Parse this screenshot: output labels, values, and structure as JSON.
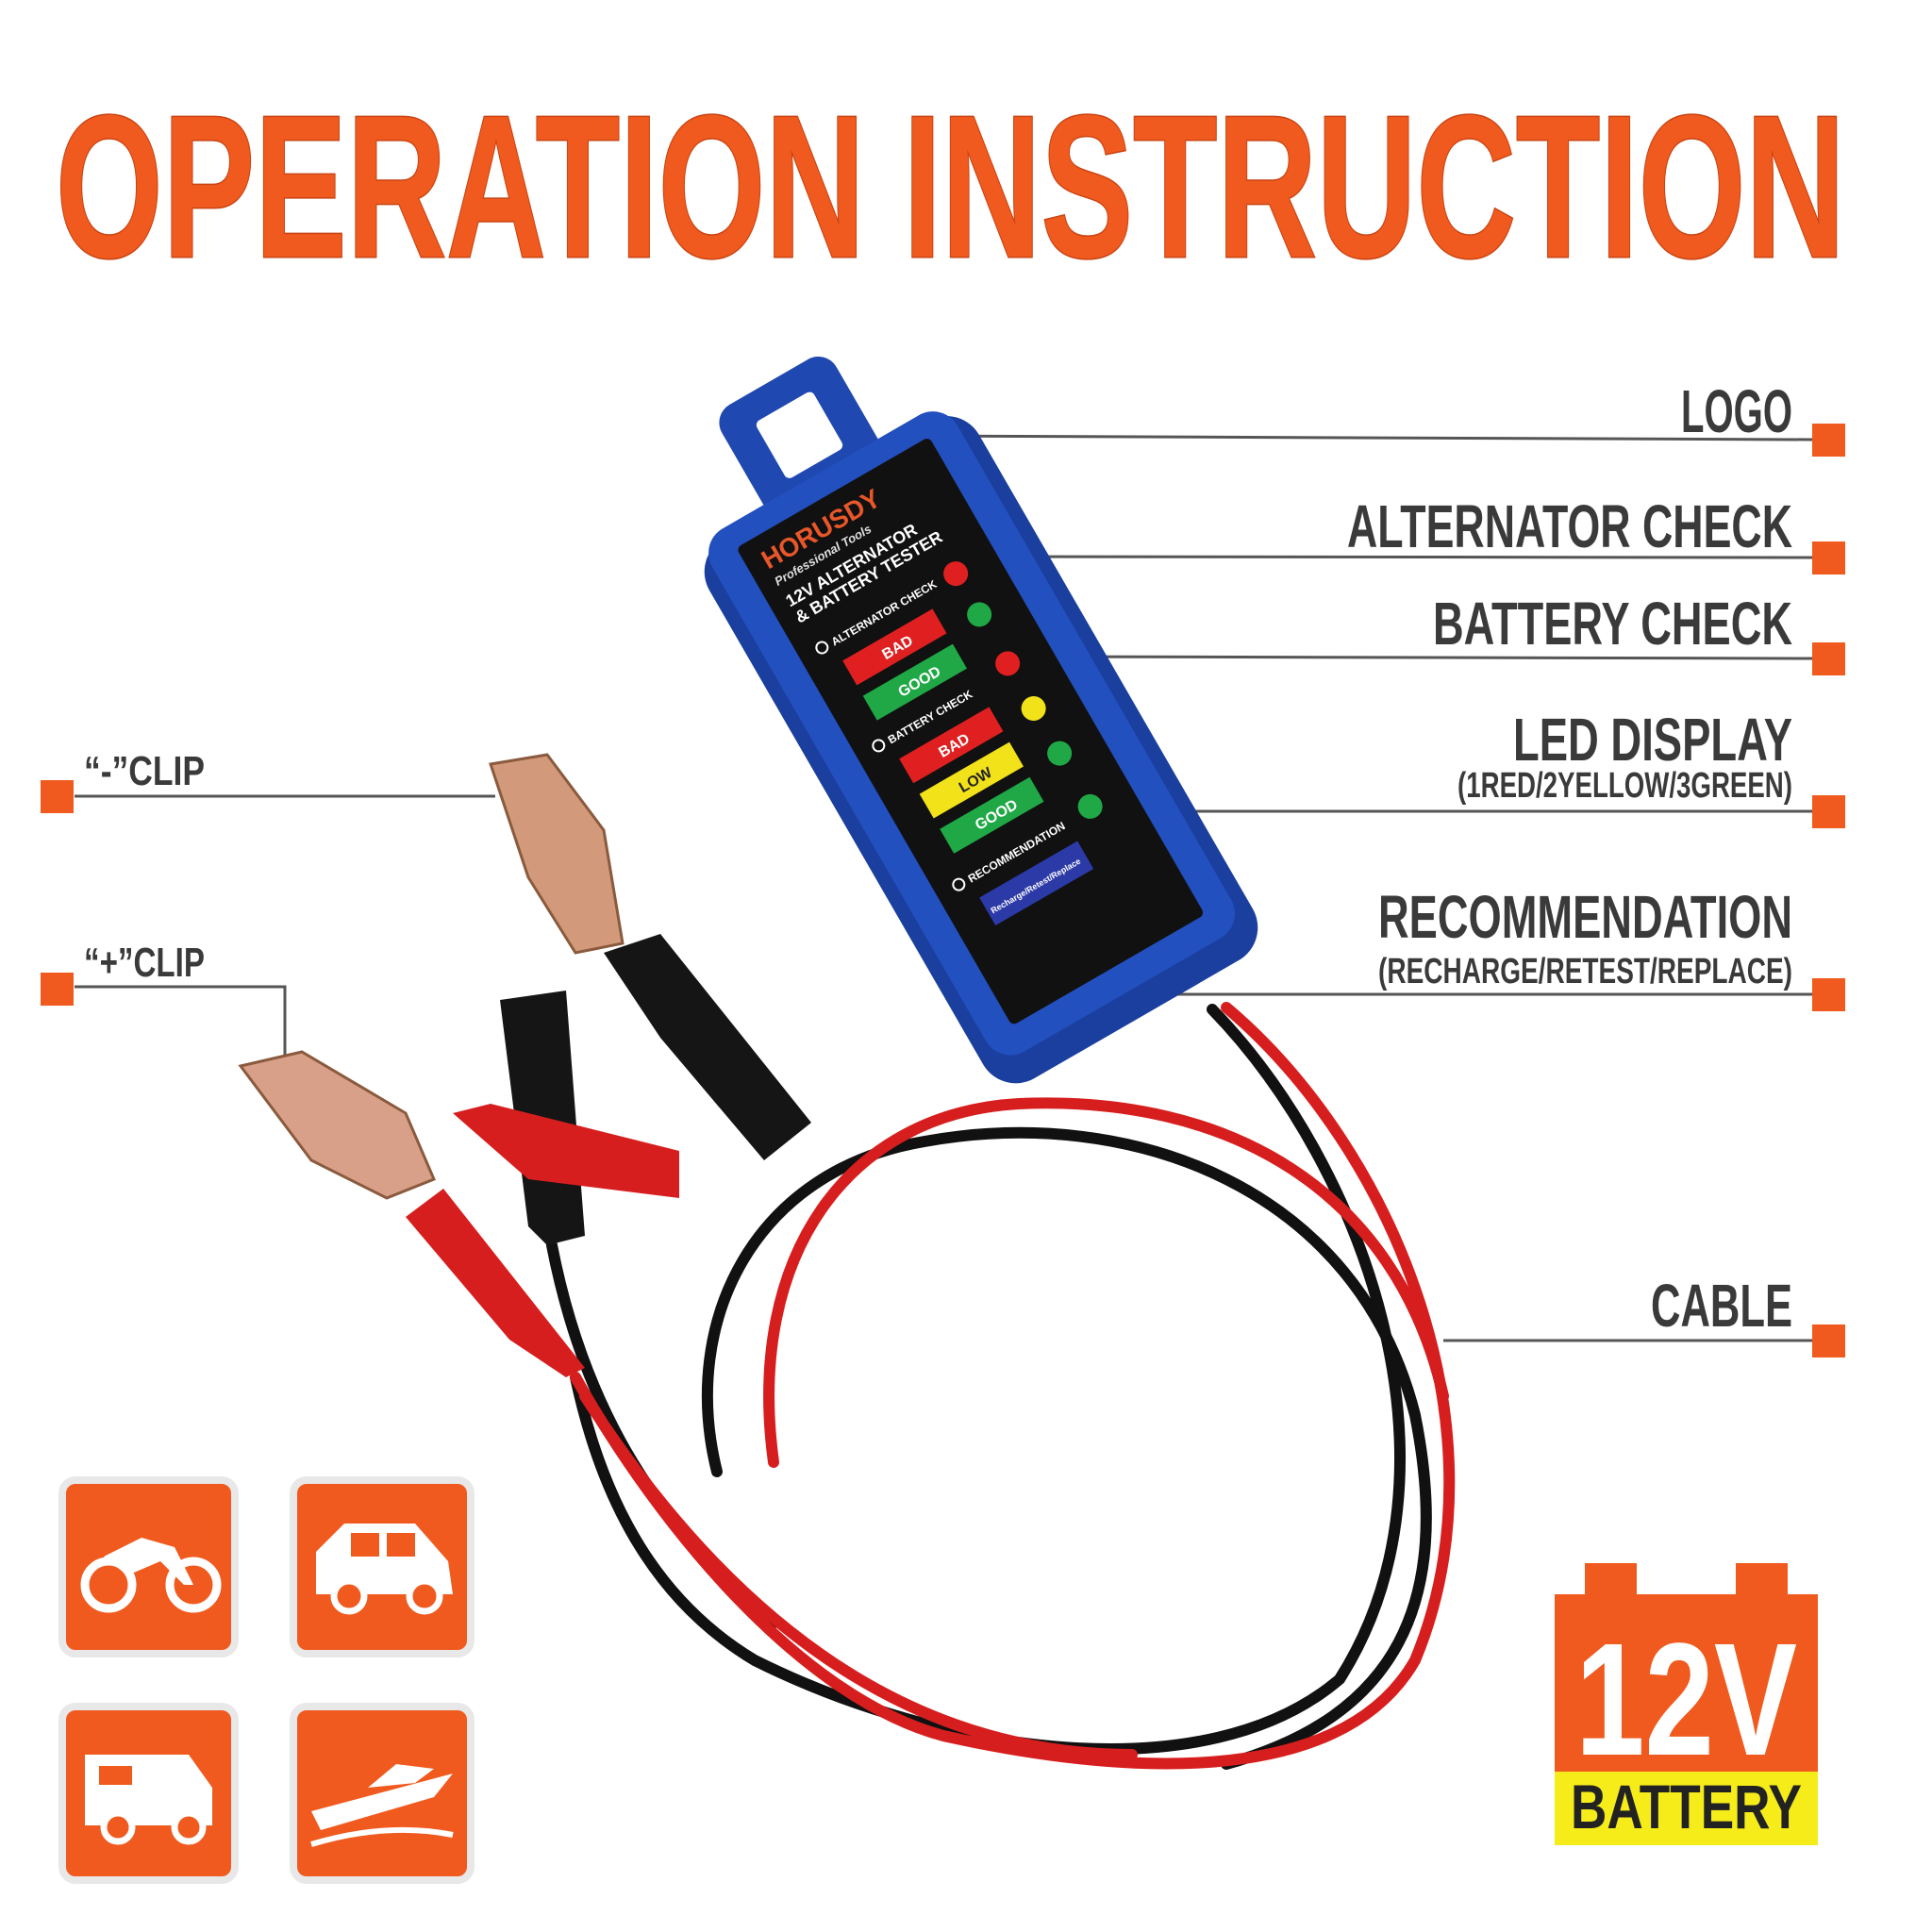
{
  "title": "OPERATION INSTRUCTION",
  "callouts": {
    "logo": "LOGO",
    "alternator_check": "ALTERNATOR CHECK",
    "battery_check": "BATTERY CHECK",
    "led_display": "LED DISPLAY",
    "led_display_sub": "(1RED/2YELLOW/3GREEN)",
    "recommendation": "RECOMMENDATION",
    "recommendation_sub": "(RECHARGE/RETEST/REPLACE)",
    "cable": "CABLE",
    "negative_clip": "“-”CLIP",
    "positive_clip": "“+”CLIP"
  },
  "device": {
    "brand": "HORUSDY",
    "brand_sub": "Professional Tools",
    "model_line1": "12V ALTERNATOR",
    "model_line2": "& BATTERY TESTER",
    "alternator_check": "ALTERNATOR CHECK",
    "alt_bad": "BAD",
    "alt_good": "GOOD",
    "battery_check": "BATTERY CHECK",
    "bat_bad": "BAD",
    "bat_low": "LOW",
    "bat_good": "GOOD",
    "recommendation": "RECOMMENDATION",
    "recommendation_label": "Recharge/Retest/Replace"
  },
  "vehicle_icons": [
    "motorcycle-icon",
    "car-icon",
    "rv-icon",
    "boat-icon"
  ],
  "badge": {
    "voltage": "12V",
    "label": "BATTERY"
  },
  "colors": {
    "accent": "#f05a1e",
    "label_text": "#3a3a3a",
    "device_body": "#1f48b0",
    "led_red": "#e02020",
    "led_yellow": "#f2e21a",
    "led_green": "#1fa845",
    "badge_yellow": "#f5ec1a"
  }
}
